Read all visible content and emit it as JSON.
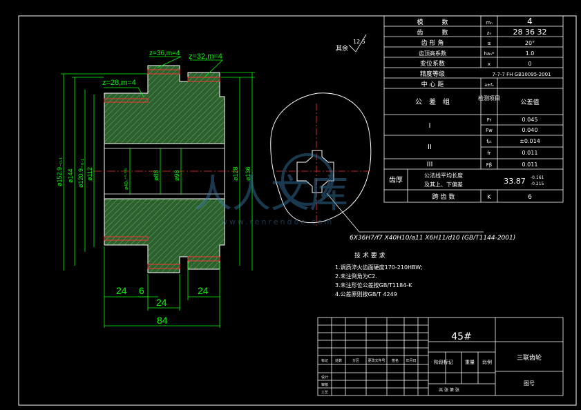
{
  "drawing": {
    "roughness_note": "其余",
    "roughness_value": "12.5",
    "gear_labels": [
      "z=28,m=4",
      "z=36,m=4",
      "z=32,m=4"
    ],
    "diameters_left": [
      "ø152.9₋₀.₁",
      "ø144",
      "ø120.9₋₀.₁",
      "ø112"
    ],
    "diameters_mid": [
      "ø40₀⁺⁰·⁰³⁹",
      "ø88",
      "ø98"
    ],
    "diameters_right": [
      "ø128",
      "ø136"
    ],
    "widths": [
      "24",
      "6",
      "24",
      "24",
      "84"
    ],
    "spline_callout": "6X36H7/f7 X40H10/a11 X6H11/d10 (GB/T1144-2001)",
    "watermark_text": "人人文库",
    "watermark_url": "www.renrendoc.com"
  },
  "params_table": {
    "rows": [
      {
        "label": "模　　　数",
        "sym": "mₙ",
        "value": "4"
      },
      {
        "label": "齿　　　数",
        "sym": "zₙ",
        "value": "28  36  32"
      },
      {
        "label": "齿 形 角",
        "sym": "α",
        "value": "20°"
      },
      {
        "label": "齿顶高系数",
        "sym": "haₙ*",
        "value": "1.0"
      },
      {
        "label": "变位系数",
        "sym": "x",
        "value": "0"
      },
      {
        "label": "精度等级",
        "sym": "",
        "value": "7-7-7 FH GB10095-2001"
      },
      {
        "label": "中 心 距",
        "sym": "a±fₐ",
        "value": ""
      }
    ],
    "tol_header": {
      "group": "公　差　组",
      "item": "检测项目",
      "value": "公差值"
    },
    "tol_groups": [
      {
        "name": "I",
        "items": [
          {
            "sym": "Fr",
            "value": "0.045"
          },
          {
            "sym": "Fw",
            "value": "0.040"
          }
        ]
      },
      {
        "name": "II",
        "items": [
          {
            "sym": "fₚₜ",
            "value": "±0.014"
          },
          {
            "sym": "fr",
            "value": "0.011"
          }
        ]
      },
      {
        "name": "III",
        "items": [
          {
            "sym": "Fβ",
            "value": "0.011"
          }
        ]
      }
    ],
    "thickness": {
      "group": "齿厚",
      "desc1": "公法线平均长度",
      "desc2": "及其上、下偏差",
      "value": "33.87",
      "upper": "-0.161",
      "lower": "-0.215"
    },
    "span": {
      "label": "跨 齿 数",
      "sym": "K",
      "value": "6"
    }
  },
  "tech_req": {
    "title": "技 术 要 求",
    "items": [
      "1.调质淬火齿面硬度170-210HBW;",
      "2.未注倒角为C2.",
      "3.未注形位公差按GB/T1184-K",
      "4.公差原则按GB/T 4249"
    ]
  },
  "title_block": {
    "material": "45#",
    "part_name": "三联齿轮",
    "drawing_no": "图号",
    "grid_labels": [
      "标记",
      "处数",
      "分区",
      "更改文件号",
      "签名",
      "年月日"
    ],
    "design": "设计",
    "check": "审核",
    "process": "工艺",
    "stage": "阶段标记",
    "weight": "重量",
    "scale": "比例",
    "sheet": "共 张 第 张"
  }
}
